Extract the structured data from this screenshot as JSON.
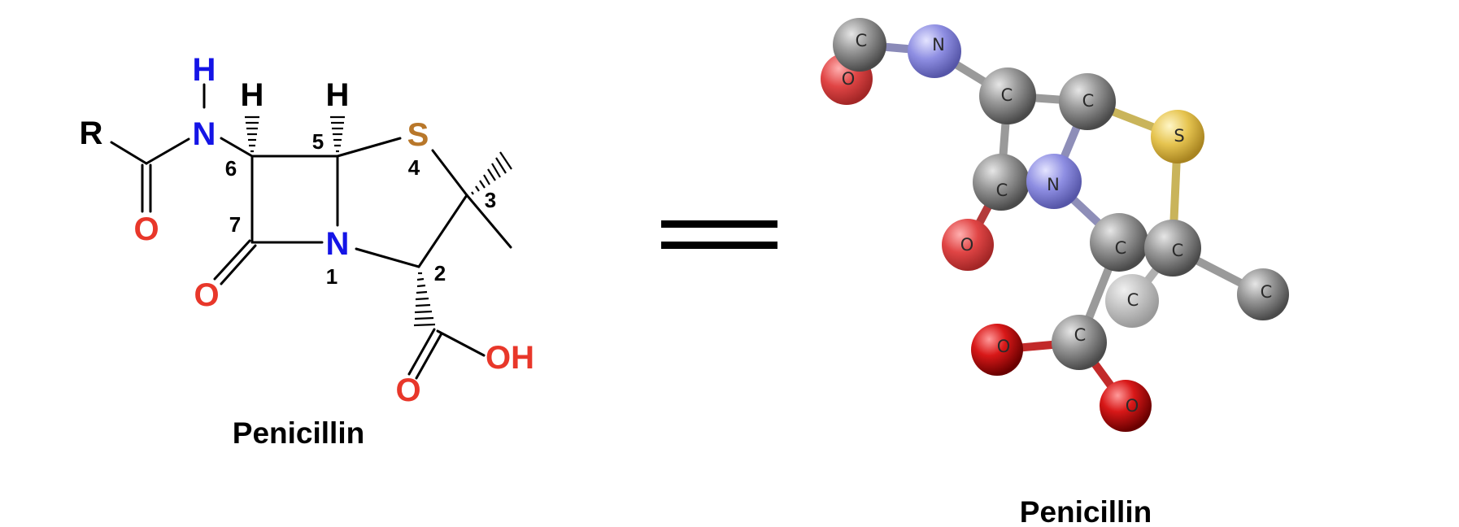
{
  "colors": {
    "carbon_bond": "#000000",
    "nitrogen": "#1414e6",
    "oxygen": "#e8372a",
    "sulfur": "#b8772a",
    "ball_carbon": "#8a8a8a",
    "ball_nitrogen": "#8c8ce0",
    "ball_oxygen": "#d41a1a",
    "ball_sulfur": "#e0c040"
  },
  "structure_2d": {
    "caption": "Penicillin",
    "atoms": {
      "r": "R",
      "n_amide": "N",
      "h_amide": "H",
      "h6": "H",
      "h5": "H",
      "s": "S",
      "n_ring": "N",
      "o_amide": "O",
      "o_lactam": "O",
      "o_carbonyl": "O",
      "oh": "OH"
    },
    "locants": {
      "c6": "6",
      "c5": "5",
      "s4": "4",
      "c3": "3",
      "c2": "2",
      "n1": "1",
      "c7": "7"
    }
  },
  "equals_sign": "=",
  "model_3d": {
    "caption": "Penicillin",
    "atom_labels": {
      "c_side": "C",
      "o_side": "O",
      "n_side": "N",
      "c6": "C",
      "c5": "C",
      "s": "S",
      "n_ring": "N",
      "c7": "C",
      "o7": "O",
      "c2": "C",
      "c3": "C",
      "c_me1": "C",
      "c_me2": "C",
      "c_cooh": "C",
      "o_a": "O",
      "o_b": "O"
    }
  }
}
